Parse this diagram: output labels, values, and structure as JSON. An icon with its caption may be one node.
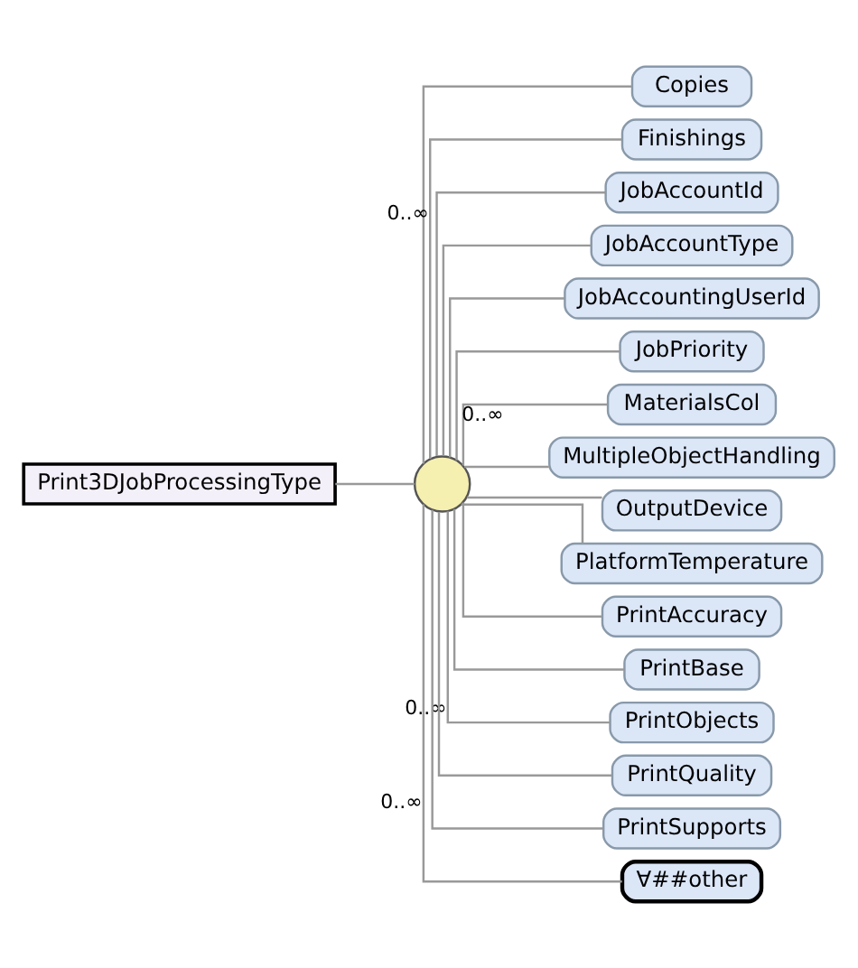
{
  "diagram": {
    "nodes": [
      {
        "text": [
          "Print3DJobProcessingType"
        ]
      },
      {
        "text": [],
        "shape": "circle"
      },
      {
        "text": [
          "Copies"
        ]
      },
      {
        "text": [
          "Finishings"
        ]
      },
      {
        "text": [
          "JobAccountId"
        ]
      },
      {
        "text": [
          "JobAccountType"
        ]
      },
      {
        "text": [
          "JobAccountingUserId"
        ]
      },
      {
        "text": [
          "JobPriority"
        ]
      },
      {
        "text": [
          "MaterialsCol"
        ]
      },
      {
        "text": [
          "MultipleObjectHandling"
        ]
      },
      {
        "text": [
          "OutputDevice"
        ]
      },
      {
        "text": [
          "PlatformTemperature"
        ]
      },
      {
        "text": [
          "PrintAccuracy"
        ]
      },
      {
        "text": [
          "PrintBase"
        ]
      },
      {
        "text": [
          "PrintObjects"
        ]
      },
      {
        "text": [
          "PrintQuality"
        ]
      },
      {
        "text": [
          "PrintSupports"
        ]
      },
      {
        "text": [
          "∀##other"
        ]
      }
    ],
    "edges": [
      {
        "from": 0,
        "to": 1,
        "arrow": "none"
      },
      {
        "from": 1,
        "to": 2,
        "arrow": "none"
      },
      {
        "from": 1,
        "to": 3,
        "arrow": "none",
        "label": "0..∞"
      },
      {
        "from": 1,
        "to": 4,
        "arrow": "none"
      },
      {
        "from": 1,
        "to": 5,
        "arrow": "none"
      },
      {
        "from": 1,
        "to": 6,
        "arrow": "none"
      },
      {
        "from": 1,
        "to": 7,
        "arrow": "none"
      },
      {
        "from": 1,
        "to": 8,
        "arrow": "none",
        "label": "0..∞"
      },
      {
        "from": 1,
        "to": 9,
        "arrow": "none"
      },
      {
        "from": 1,
        "to": 10,
        "arrow": "none"
      },
      {
        "from": 1,
        "to": 11,
        "arrow": "none"
      },
      {
        "from": 1,
        "to": 12,
        "arrow": "none"
      },
      {
        "from": 1,
        "to": 13,
        "arrow": "none"
      },
      {
        "from": 1,
        "to": 14,
        "arrow": "none",
        "label": "0..∞"
      },
      {
        "from": 1,
        "to": 15,
        "arrow": "none"
      },
      {
        "from": 1,
        "to": 16,
        "arrow": "none"
      },
      {
        "from": 1,
        "to": 17,
        "arrow": "none",
        "label": "0..∞"
      }
    ]
  }
}
